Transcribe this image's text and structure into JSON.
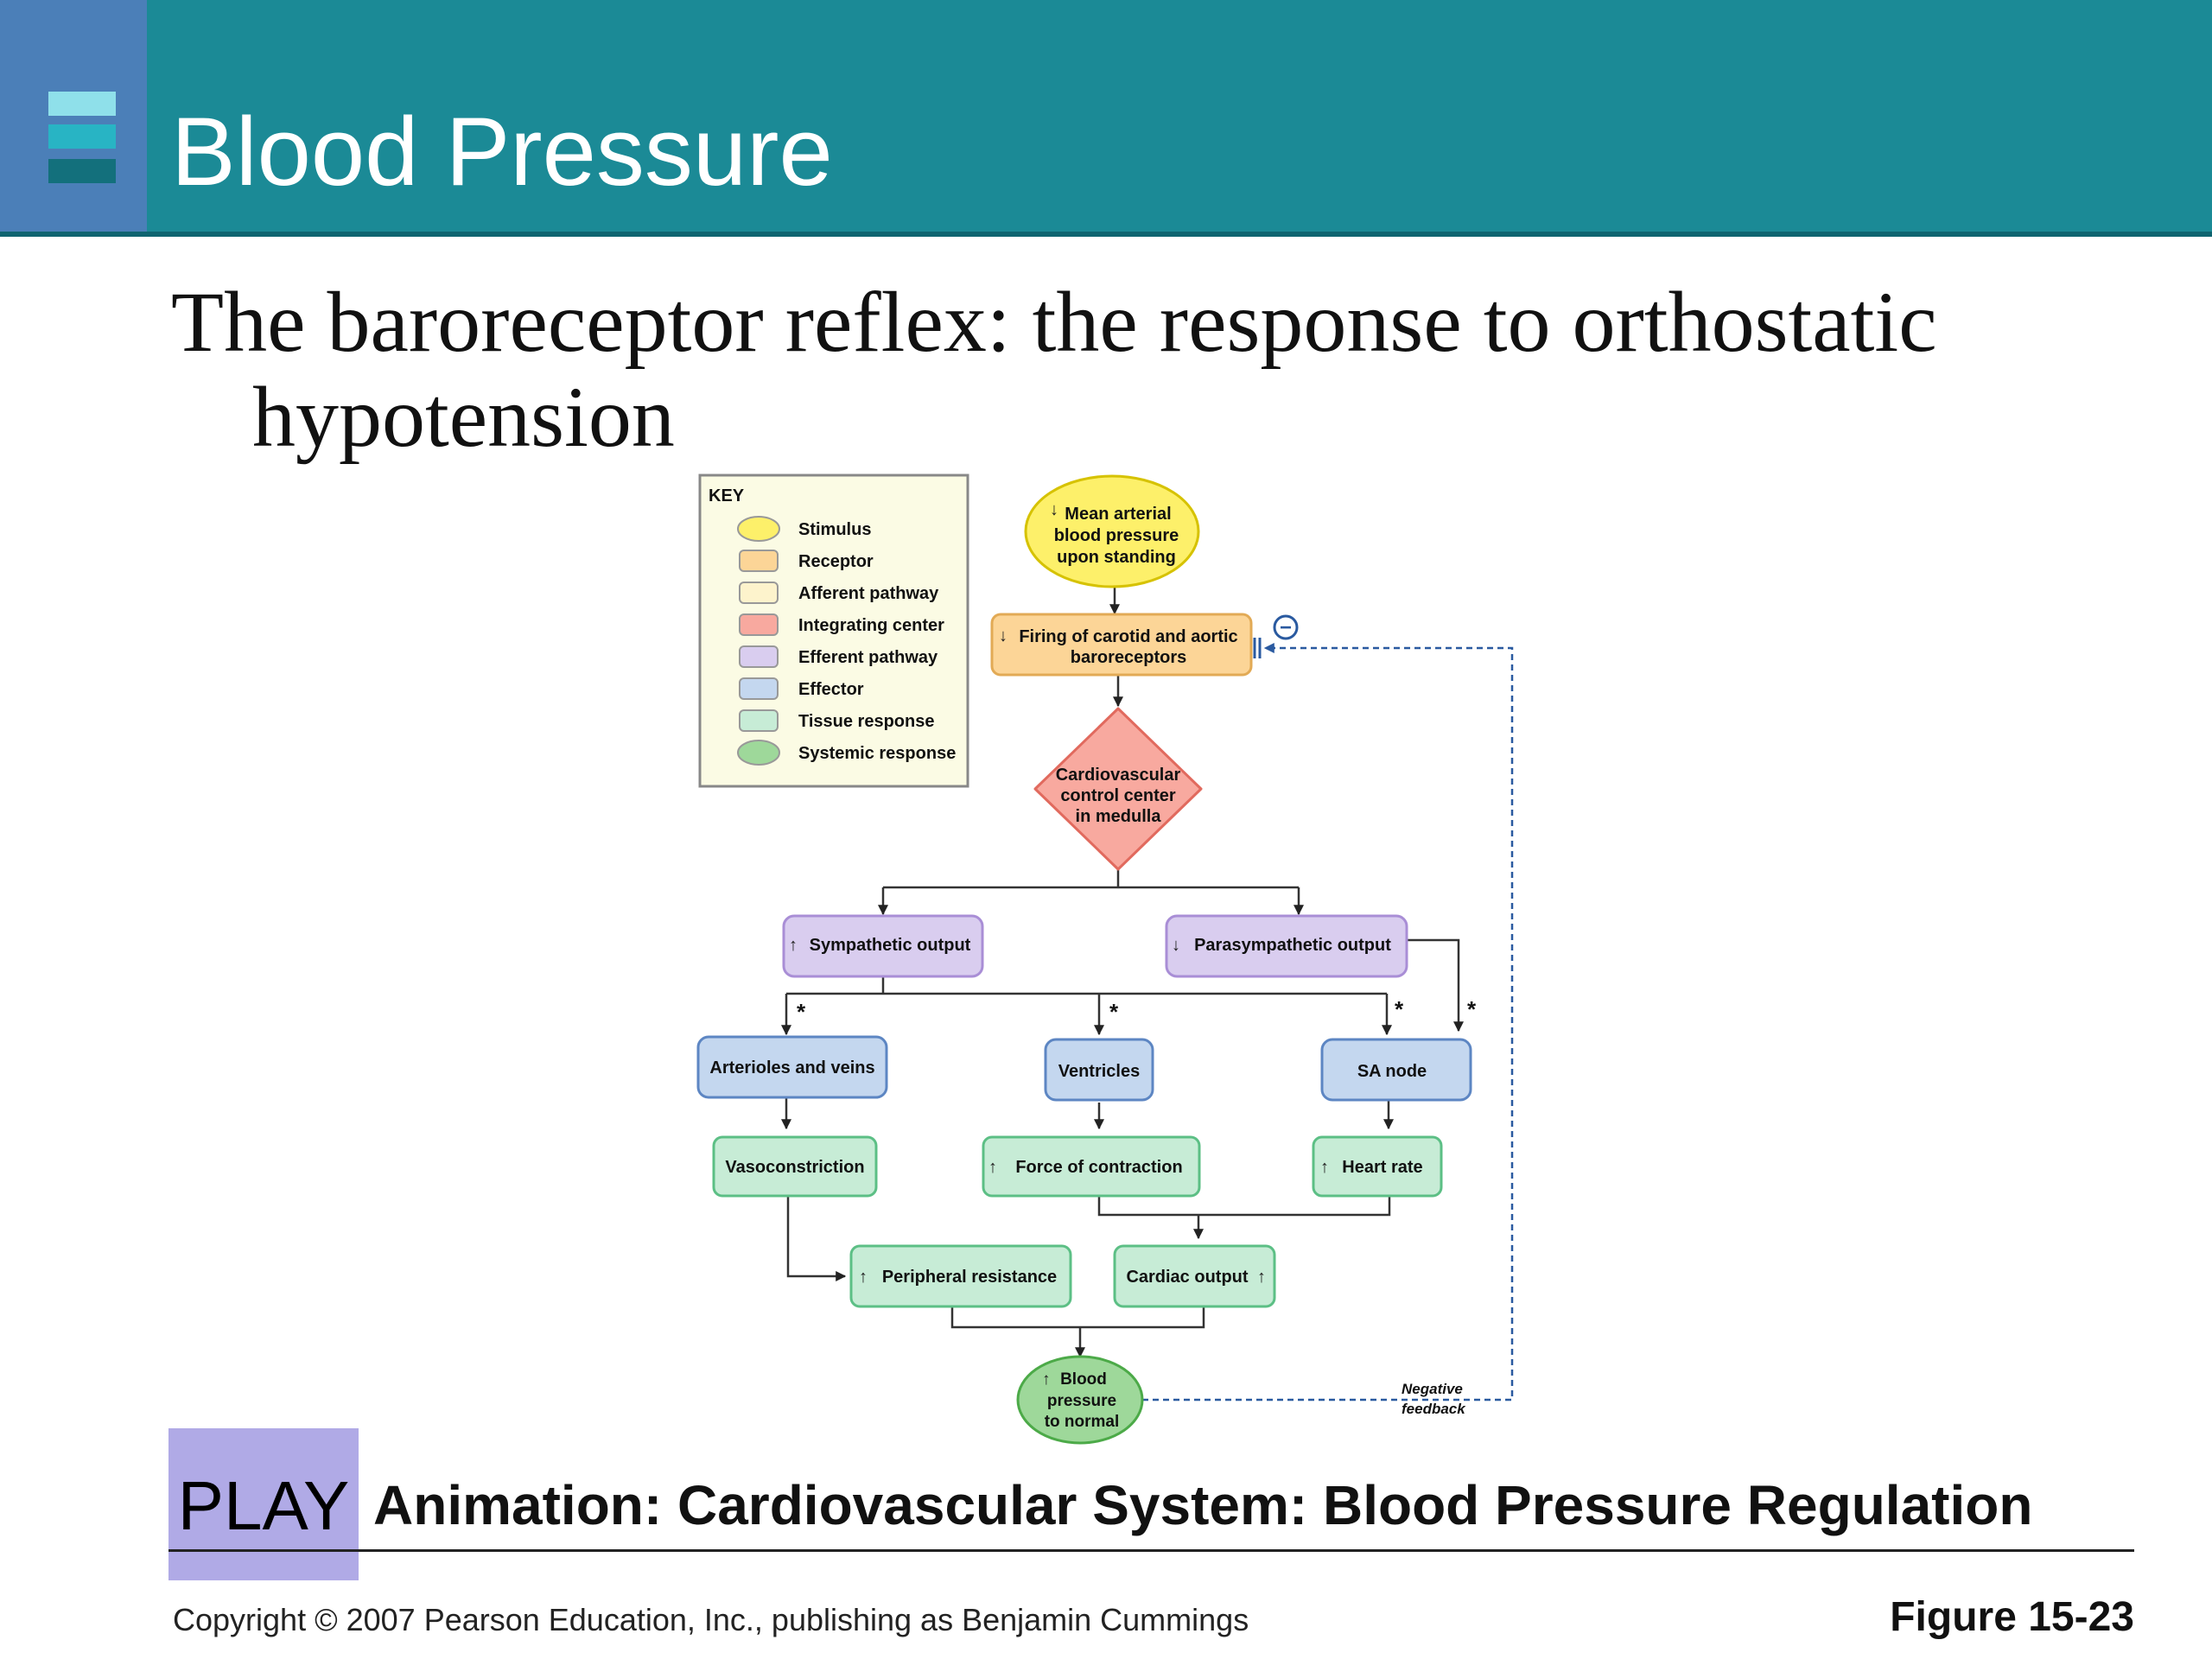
{
  "header": {
    "title": "Blood Pressure",
    "colors": {
      "band": "#1b8a96",
      "side_block": "#4b7fb8",
      "menu_bars": [
        "#8fe0ea",
        "#28b4c4",
        "#13707c"
      ]
    },
    "menu_icon": "stacked-bars-icon"
  },
  "subtitle": {
    "line1": "The baroreceptor reflex: the response to orthostatic",
    "line2": "hypotension"
  },
  "diagram": {
    "key": {
      "title": "KEY",
      "items": [
        {
          "label": "Stimulus",
          "color": "#fdf06a",
          "shape": "ellipse"
        },
        {
          "label": "Receptor",
          "color": "#fcd597",
          "shape": "rect"
        },
        {
          "label": "Afferent pathway",
          "color": "#fdf3cc",
          "shape": "rect"
        },
        {
          "label": "Integrating center",
          "color": "#f8a99f",
          "shape": "rect"
        },
        {
          "label": "Efferent pathway",
          "color": "#d9cdef",
          "shape": "rect"
        },
        {
          "label": "Effector",
          "color": "#c4d7ef",
          "shape": "rect"
        },
        {
          "label": "Tissue response",
          "color": "#c7ecd6",
          "shape": "rect"
        },
        {
          "label": "Systemic response",
          "color": "#9ed89a",
          "shape": "ellipse"
        }
      ]
    },
    "nodes": {
      "stimulus": {
        "lines": [
          "Mean arterial",
          "blood pressure",
          "upon standing"
        ]
      },
      "receptor": {
        "lines": [
          "Firing of carotid and aortic",
          "baroreceptors"
        ]
      },
      "integrating_center": {
        "lines": [
          "Cardiovascular",
          "control center",
          "in medulla"
        ]
      },
      "sympathetic": {
        "label": "Sympathetic output"
      },
      "parasympathetic": {
        "label": "Parasympathetic output"
      },
      "arterioles": {
        "label": "Arterioles and veins"
      },
      "ventricles": {
        "label": "Ventricles"
      },
      "sa_node": {
        "label": "SA node"
      },
      "vasoconstriction": {
        "label": "Vasoconstriction"
      },
      "force": {
        "label": "Force of contraction"
      },
      "heart_rate": {
        "label": "Heart rate"
      },
      "peripheral": {
        "label": "Peripheral resistance"
      },
      "cardiac_output": {
        "label": "Cardiac output"
      },
      "systemic": {
        "lines": [
          "Blood",
          "pressure",
          "to normal"
        ]
      }
    },
    "negative_feedback": [
      "Negative",
      "feedback"
    ],
    "minus_symbol": "−",
    "asterisk": "*"
  },
  "play": {
    "button_label": "PLAY",
    "animation_title": "Animation: Cardiovascular System: Blood Pressure Regulation",
    "color": "#b0aae6"
  },
  "footer": {
    "copyright": "Copyright © 2007 Pearson Education, Inc., publishing as Benjamin Cummings",
    "figure": "Figure 15-23"
  }
}
